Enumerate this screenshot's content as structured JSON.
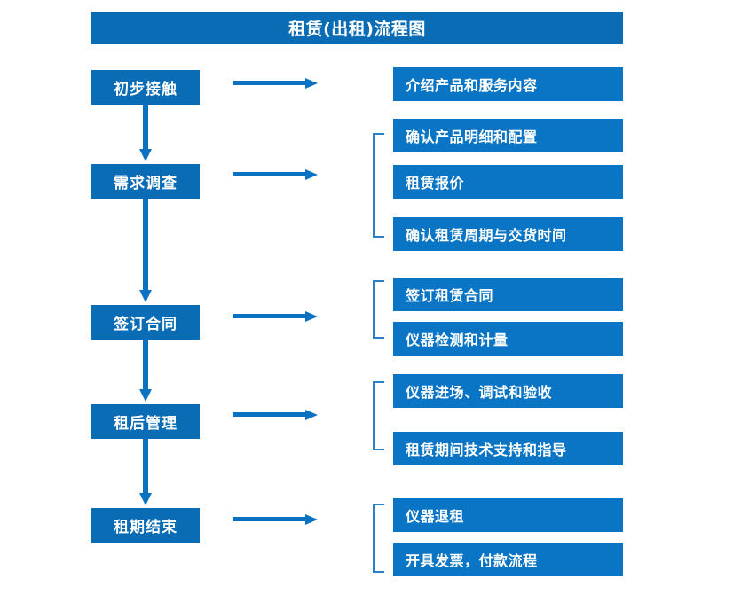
{
  "diagram": {
    "title": "租赁(出租)流程图",
    "colors": {
      "title_bar": "#0a6cb5",
      "stage_box": "#0a6cb5",
      "detail_box": "#0a75c4",
      "arrow": "#0a72c0",
      "bracket": "#2f7fc4",
      "text": "#ffffff",
      "background": "#ffffff"
    },
    "stages": [
      {
        "label": "初步接触"
      },
      {
        "label": "需求调查"
      },
      {
        "label": "签订合同"
      },
      {
        "label": "租后管理"
      },
      {
        "label": "租期结束"
      }
    ],
    "details": [
      {
        "label": "介绍产品和服务内容"
      },
      {
        "label": "确认产品明细和配置"
      },
      {
        "label": "租赁报价"
      },
      {
        "label": "确认租赁周期与交货时间"
      },
      {
        "label": "签订租赁合同"
      },
      {
        "label": "仪器检测和计量"
      },
      {
        "label": "仪器进场、调试和验收"
      },
      {
        "label": "租赁期间技术支持和指导"
      },
      {
        "label": "仪器退租"
      },
      {
        "label": "开具发票，付款流程"
      }
    ],
    "groups": [
      {
        "name": "需求调查-group",
        "members": [
          "确认产品明细和配置",
          "租赁报价",
          "确认租赁周期与交货时间"
        ]
      },
      {
        "name": "签订合同-group",
        "members": [
          "签订租赁合同",
          "仪器检测和计量"
        ]
      },
      {
        "name": "租后管理-group",
        "members": [
          "仪器进场、调试和验收",
          "租赁期间技术支持和指导"
        ]
      },
      {
        "name": "租期结束-group",
        "members": [
          "仪器退租",
          "开具发票，付款流程"
        ]
      }
    ],
    "flow_connectors": [
      {
        "from": "初步接触",
        "to": "需求调查"
      },
      {
        "from": "需求调查",
        "to": "签订合同"
      },
      {
        "from": "签订合同",
        "to": "租后管理"
      },
      {
        "from": "租后管理",
        "to": "租期结束"
      }
    ]
  }
}
